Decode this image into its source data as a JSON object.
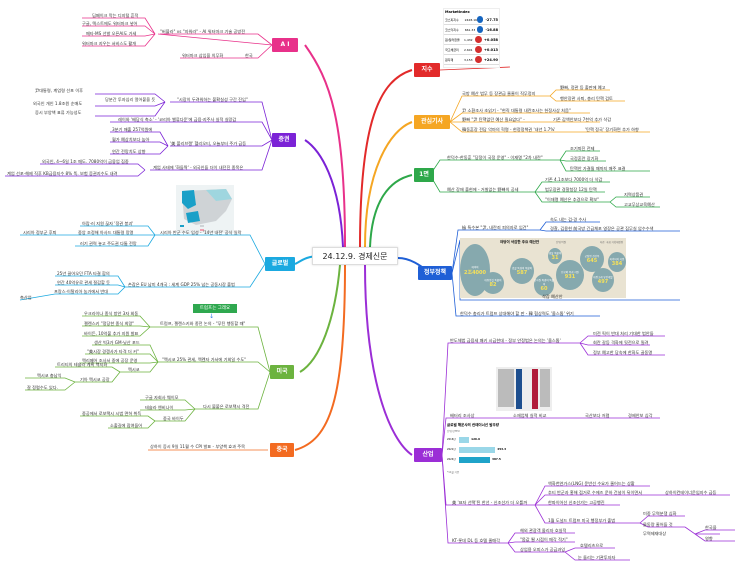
{
  "center": {
    "title": "24.12.9. 경제신문"
  },
  "colors": {
    "ai": "#e8318a",
    "stock": "#7b22d6",
    "global": "#1ba9e0",
    "us": "#6cb33f",
    "china": "#f36b21",
    "index": "#e22a2a",
    "interest": "#f5a623",
    "front": "#2ea84a",
    "policy": "#1f5fd6",
    "industry": "#9b2ed6"
  },
  "topics": {
    "ai": {
      "label": "A I",
      "children": [
        {
          "label": "\"버블라\" vs \"지워라\" - AI 워터마크 기술 공방전",
          "children": [
            "딥페이크 막는 디지털 흔적",
            "구글, 텍스트에도 워터마크 넣어",
            "메타·MS 선발 오픈AI도 가세",
            "워터마크 지우는 서비스도 활개"
          ]
        },
        {
          "label": "한국",
          "children": [
            "워터마크 삽입을 의무화"
          ]
        }
      ]
    },
    "stock": {
      "label": "증권",
      "children": [
        {
          "label": "\"시장이 두려워하는 불확실성 구간 진입\"",
          "children": [
            {
              "label": "당분간 투자심리 얼어붙을 듯",
              "children": [
                "尹대통령, 계엄령 선포 이후",
                "외국인 개인 1.8조원 순매도",
                "증시 부양책 표류 가능성도"
              ]
            }
          ]
        },
        {
          "label": "레이와 '배당식 축소' - '코리아 밸류다운'에 금융·지주사 실적 실망감",
          "children": []
        },
        {
          "label": "'美 폴리브랭' 헬리오티, 오늘부터 주가 급등",
          "children": [
            "3분기 매출 257억원에",
            "월가 예상치보다 높아",
            "연간 전망치도 상향"
          ]
        },
        {
          "label": "계엄 사태에 '화들짝' - 외국인들 더이 내던진 종목은",
          "children": [
            "외국인, 4~6일 1조 매도. 7080억이 금융업 집중",
            "계엄 선포·해제 직후 KB금융지수 8% 뚝. 보험 증권지수도 내려"
          ]
        }
      ]
    },
    "global": {
      "label": "글로벌",
      "children": [
        {
          "label": "시리아 반군 수도 입성 - '14년 내전' 공식 일락",
          "children": [
            {
              "label": "아랍·러 지원 끊자 '정권 붕괴'",
              "children": []
            },
            {
              "label": "중앙 조정해 아사드 대통령 망명",
              "children": [
                "시리아 정부군 후퇴"
              ]
            },
            {
              "label": "러기 권력 놓고 주도권 다툼 전망",
              "children": []
            }
          ]
        },
        {
          "label": "손잡은 EU 남미 4개국 : 세계 GDP 25% 넘는 공동시장 출범",
          "children": [
            {
              "label": "25년 끌어오던 FTA 타결 합의",
              "children": []
            },
            {
              "label": "연간 40억유로 관세 절감할 듯",
              "children": []
            },
            {
              "label": "프랑스·이탈리아 농가에서 반대",
              "children": [
                "축산업"
              ]
            }
          ]
        }
      ]
    },
    "us": {
      "label": "미국",
      "children": [
        {
          "label": "트럼프, 젤렌스키와 종전 논의 - \"푸틴 행동할 때\"",
          "children": [
            "우크라이나 종식 방안 3자 회동",
            "젤렌스키 \"정당한 종식 희망\"",
            "바이든, 10억불 추가 지원 발표"
          ]
        },
        {
          "label": "\"멕시코 25% 관세, 멕렌자 가서에 기회일 수도\"",
          "children": [
            "생산 빅3가 GM·닛산 포드",
            "\"美시장 경쟁사가 타격 더 커\"",
            "멕리페어 조사서 중에 공장 운영",
            {
              "label": "멕시코",
              "children": [
                "트리티의 테슬라 계획 백지화",
                {
                  "label": "기아 멕시코 공장",
                  "children": [
                    "멕시코 충남익",
                    "잘 정렬수도 있다."
                  ]
                }
              ]
            }
          ]
        },
        {
          "label": "다시 불붙은 로보택시 격전",
          "children": [
            "구글 자회사 웨이모",
            "테슬라 엔비나이",
            {
              "label": "중국 바이두",
              "children": [
                "중공에서 로보택시 시범 면허 취득",
                "소출길에 잠여들어"
              ]
            }
          ]
        }
      ],
      "note_label": "트럼프는 그래요"
    },
    "china": {
      "label": "중국",
      "children": [
        {
          "label": "상하이 증시 9일 11월 수 CPI 발표 - 부양책 효과 주목",
          "children": []
        }
      ]
    },
    "index": {
      "label": "지수",
      "market_table": {
        "title": "MarketIndex",
        "rows": [
          {
            "name": "코스피지수",
            "value": "2428.16",
            "change": "-27.75",
            "dir": "down"
          },
          {
            "name": "코스닥지수",
            "value": "661.33",
            "change": "-16.88",
            "dir": "down"
          },
          {
            "name": "원/달러환율",
            "value": "1,432",
            "change": "+0.058",
            "dir": "up"
          },
          {
            "name": "국고채금리",
            "value": "2.601",
            "change": "+0.013",
            "dir": "up"
          },
          {
            "name": "원자재",
            "value": "3,153",
            "change": "+24.90",
            "dir": "up"
          }
        ]
      }
    },
    "interest": {
      "label": "관심기사",
      "children": [
        {
          "label": "국방 예산 법무 등 장관급 줄줄이 직무정지",
          "children": [
            "野빠, 정관 등 출판에 예고",
            "행안장관 사퇴, 총리 탄핵 검토"
          ]
        },
        {
          "label": "尹 소환조사 초읽기 - \"현직 대통령 내란조사는 헌정사상 처음\"",
          "children": []
        },
        {
          "label": "野빠 \"尹 탄핵없던 예산 필요없다\" -",
          "children": [
            "기존 감액안보다 7천억 추가 삭감"
          ]
        },
        {
          "label": "韓동훈장 전담 악마의 혁명 - 현정정책권 '내년 1.7%'",
          "children": [
            "'탄핵 정국' 장기화면 추가 하향"
          ]
        }
      ]
    },
    "front": {
      "label": "1면",
      "children": [
        {
          "label": "한덕수·한동훈 \"당정이 국정 운영\" - 이재명 \"2차 내란\"",
          "children": [
            "조기퇴진 전제",
            "국정혼란 장기화",
            "탄핵안 가결될 때까지 매주 표결"
          ]
        },
        {
          "label": "예산 장애 출현에 - 거칠없는 野빠의 공세",
          "children": [
            "기존 4.1조보다 7000억 더 삭감",
            "법무장관 경찰청장 12일 탄핵",
            {
              "label": "\"이재명 예산은 추경으로 확보\"",
              "children": [
                "지역상품권",
                "고교무상교육예산"
              ]
            }
          ]
        }
      ]
    },
    "policy": {
      "label": "정부정책",
      "children": [
        {
          "label": "檢 특수본 \"尹, 내란죄 피의자로 입건\"",
          "children": [
            "속도 내는 검·경 수사",
            "경찰, 김용현 前국방 긴급체포 영장은 공관 집무실 압수수색"
          ]
        },
        {
          "label": "삭감 예산안",
          "children": []
        },
        {
          "label": "한덕수 총리가 트럼프 상대해야 할 판 - 韓 협상력도 '올스톱' 위기",
          "children": []
        }
      ],
      "budget_chart": {
        "title": "야당이 삭감한 주요 예산안",
        "unit": "단위:억원",
        "source": "자료: 국회 기획재정위",
        "items": [
          {
            "name": "예비비",
            "value": "2조4000"
          },
          {
            "name": "대통령실 특활비",
            "value": "82"
          },
          {
            "name": "검찰 특경비 특활비",
            "value": "587"
          },
          {
            "name": "감사원 특경비 특활비",
            "value": "60"
          },
          {
            "name": "경찰 특활비",
            "value": "31"
          },
          {
            "name": "전공의 복귀 지원",
            "value": "931"
          },
          {
            "name": "군장병 전선복",
            "value": "645"
          },
          {
            "name": "대왕고래 유전개발",
            "value": "497"
          },
          {
            "name": "마약퇴치 지원",
            "value": "384"
          }
        ]
      }
    },
    "industry": {
      "label": "산업",
      "children": [
        {
          "label": "반도체법 금융세 패키 시급한데 - 정부 안정법은 논의는 '올스톱'",
          "children": [
            "미전 픽이 반대 처리 기대한 법안들",
            "회란 갈등 격화에 뒷전으로 밀려",
            "정부 예고한 당숙에 한화도 골동명"
          ]
        },
        {
          "label": "배터리 조사상",
          "children": [
            "소재업체 실적 비교",
            "국산보다 저렴",
            "경제안보 심각"
          ]
        },
        {
          "label": "美 '표자 선택'된 한선 - 신조선가 더 오를까",
          "children": [
            "액화천연가스(LNG) 운반선 수요가 줄어드는 상황",
            {
              "label": "추티 반군과 홍해 접거로 수에즈 운하 건널이 뒤이면서",
              "children": [
                "상하이컨테이너운임지수 급등"
              ]
            },
            "한파이어선 신조선가는 고공행진",
            {
              "label": "1월 도널드 트럼프 미국 행정부가 출범",
              "children": [
                "미중 무역분쟁 심화",
                "물동량 줄어들 것",
                {
                  "label": "무역제재대상",
                  "children": [
                    "한국을",
                    "영향"
                  ]
                }
              ]
            }
          ]
        },
        {
          "label": "KT·롯데 DL 등 호텔 줄매각",
          "children": [
            "해외 관광객 몰리자 호실적",
            "\"몸값 뛸 시점이 매각 적기\"",
            {
              "label": "상업용 오피스가 공급과잉",
              "children": [
                "호텔리츠으로",
                "눈 돌리는 기관투자자"
              ]
            }
          ]
        }
      ],
      "orders_chart": {
        "title": "글로벌 해운사의 컨테이너선 발주량",
        "unit": "단위:만TEU",
        "categories": [
          "2016년",
          "2021년",
          "2024년"
        ],
        "values": [
          126.9,
          453.3,
          387.5
        ],
        "labels": [
          "126.9",
          "453.3",
          "387.5"
        ],
        "note": "*11월 기준"
      }
    }
  }
}
